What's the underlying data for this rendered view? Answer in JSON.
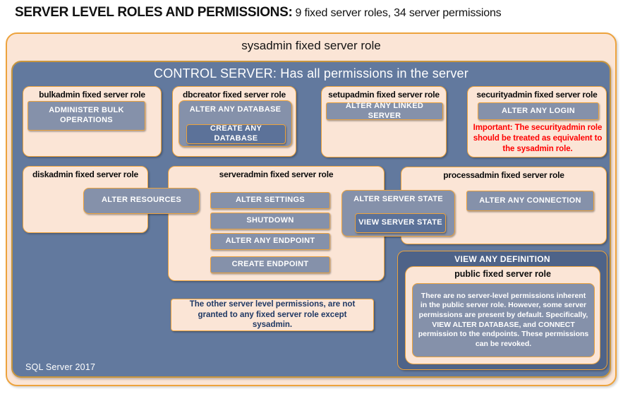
{
  "title": {
    "bold": "SERVER LEVEL ROLES AND PERMISSIONS:",
    "rest": "9 fixed server roles, 34 server permissions"
  },
  "sysadmin_label": "sysadmin fixed server role",
  "control_label": "CONTROL SERVER: Has all permissions in the server",
  "footer": "SQL Server 2017",
  "roles": {
    "bulkadmin": {
      "title": "bulkadmin fixed server role",
      "perm": "ADMINISTER BULK OPERATIONS"
    },
    "dbcreator": {
      "title": "dbcreator fixed server role",
      "outer_perm": "ALTER ANY DATABASE",
      "inner_perm": "CREATE ANY DATABASE"
    },
    "setupadmin": {
      "title": "setupadmin fixed server role",
      "perm": "ALTER ANY LINKED SERVER"
    },
    "securityadmin": {
      "title": "securityadmin fixed server role",
      "perm": "ALTER ANY LOGIN",
      "warning": "Important: The securityadmin role should be treated as equivalent to the sysadmin role."
    },
    "diskadmin": {
      "title": "diskadmin fixed server role",
      "perm": "ALTER RESOURCES"
    },
    "serveradmin": {
      "title": "serveradmin fixed server role",
      "perms": [
        "ALTER SETTINGS",
        "SHUTDOWN",
        "ALTER ANY ENDPOINT",
        "CREATE ENDPOINT"
      ],
      "outer_perm": "ALTER SERVER STATE",
      "inner_perm": "VIEW SERVER STATE"
    },
    "processadmin": {
      "title": "processadmin fixed server role",
      "perm": "ALTER ANY CONNECTION"
    },
    "public": {
      "header": "VIEW ANY DEFINITION",
      "title": "public fixed server role",
      "body": "There are no server-level permissions inherent in the public server role. However, some server permissions are present by default. Specifically, VIEW ALTER DATABASE, and CONNECT permission to the endpoints. These permissions can be revoked."
    }
  },
  "note": "The other server level permissions, are not granted to any fixed server role except sysadmin.",
  "colors": {
    "peach": "#FBE5D6",
    "gold": "#EDA33D",
    "control_bg": "#62799E",
    "control_border": "#C8963E",
    "chip_bg": "#8591AA",
    "chip_dark_bg": "#5C7299",
    "viewdef_bg": "#4E6388",
    "warning_red": "#FF0000",
    "note_text": "#1F3864",
    "text_light": "#FFFFFF"
  }
}
